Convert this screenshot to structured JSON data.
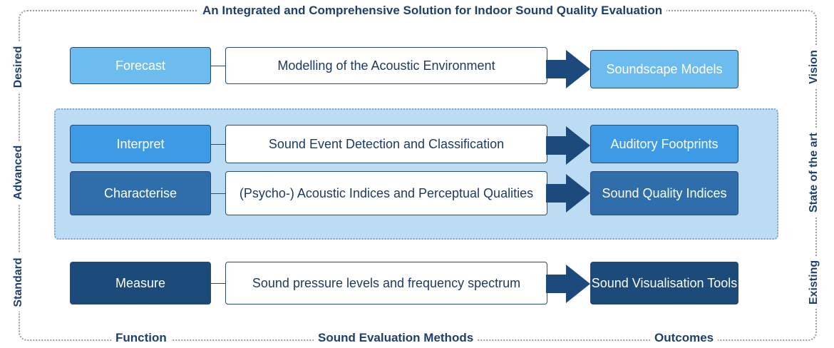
{
  "title": "An Integrated and Comprehensive Solution for Indoor Sound Quality Evaluation",
  "bottom_labels": {
    "left": "Function",
    "center": "Sound Evaluation Methods",
    "right": "Outcomes"
  },
  "left_axis": {
    "top": "Desired",
    "middle": "Advanced",
    "bottom": "Standard"
  },
  "right_axis": {
    "top": "Vision",
    "middle": "State of the art",
    "bottom": "Existing"
  },
  "rows": [
    {
      "function": "Forecast",
      "method": "Modelling of the Acoustic Environment",
      "outcome": "Soundscape Models",
      "fill": "#6cbcf0"
    },
    {
      "function": "Interpret",
      "method": "Sound Event Detection and Classification",
      "outcome": "Auditory Footprints",
      "fill": "#3d9be6"
    },
    {
      "function": "Characterise",
      "method": "(Psycho-) Acoustic Indices and Perceptual Qualities",
      "outcome": "Sound Quality Indices",
      "fill": "#2f6eab"
    },
    {
      "function": "Measure",
      "method": "Sound pressure levels and frequency spectrum",
      "outcome": "Sound Visualisation Tools",
      "fill": "#1c4a79"
    }
  ],
  "colors": {
    "arrow": "#1d4a7c",
    "text_dark": "#1f3f6e",
    "advanced_panel": "#bcdcf4"
  }
}
